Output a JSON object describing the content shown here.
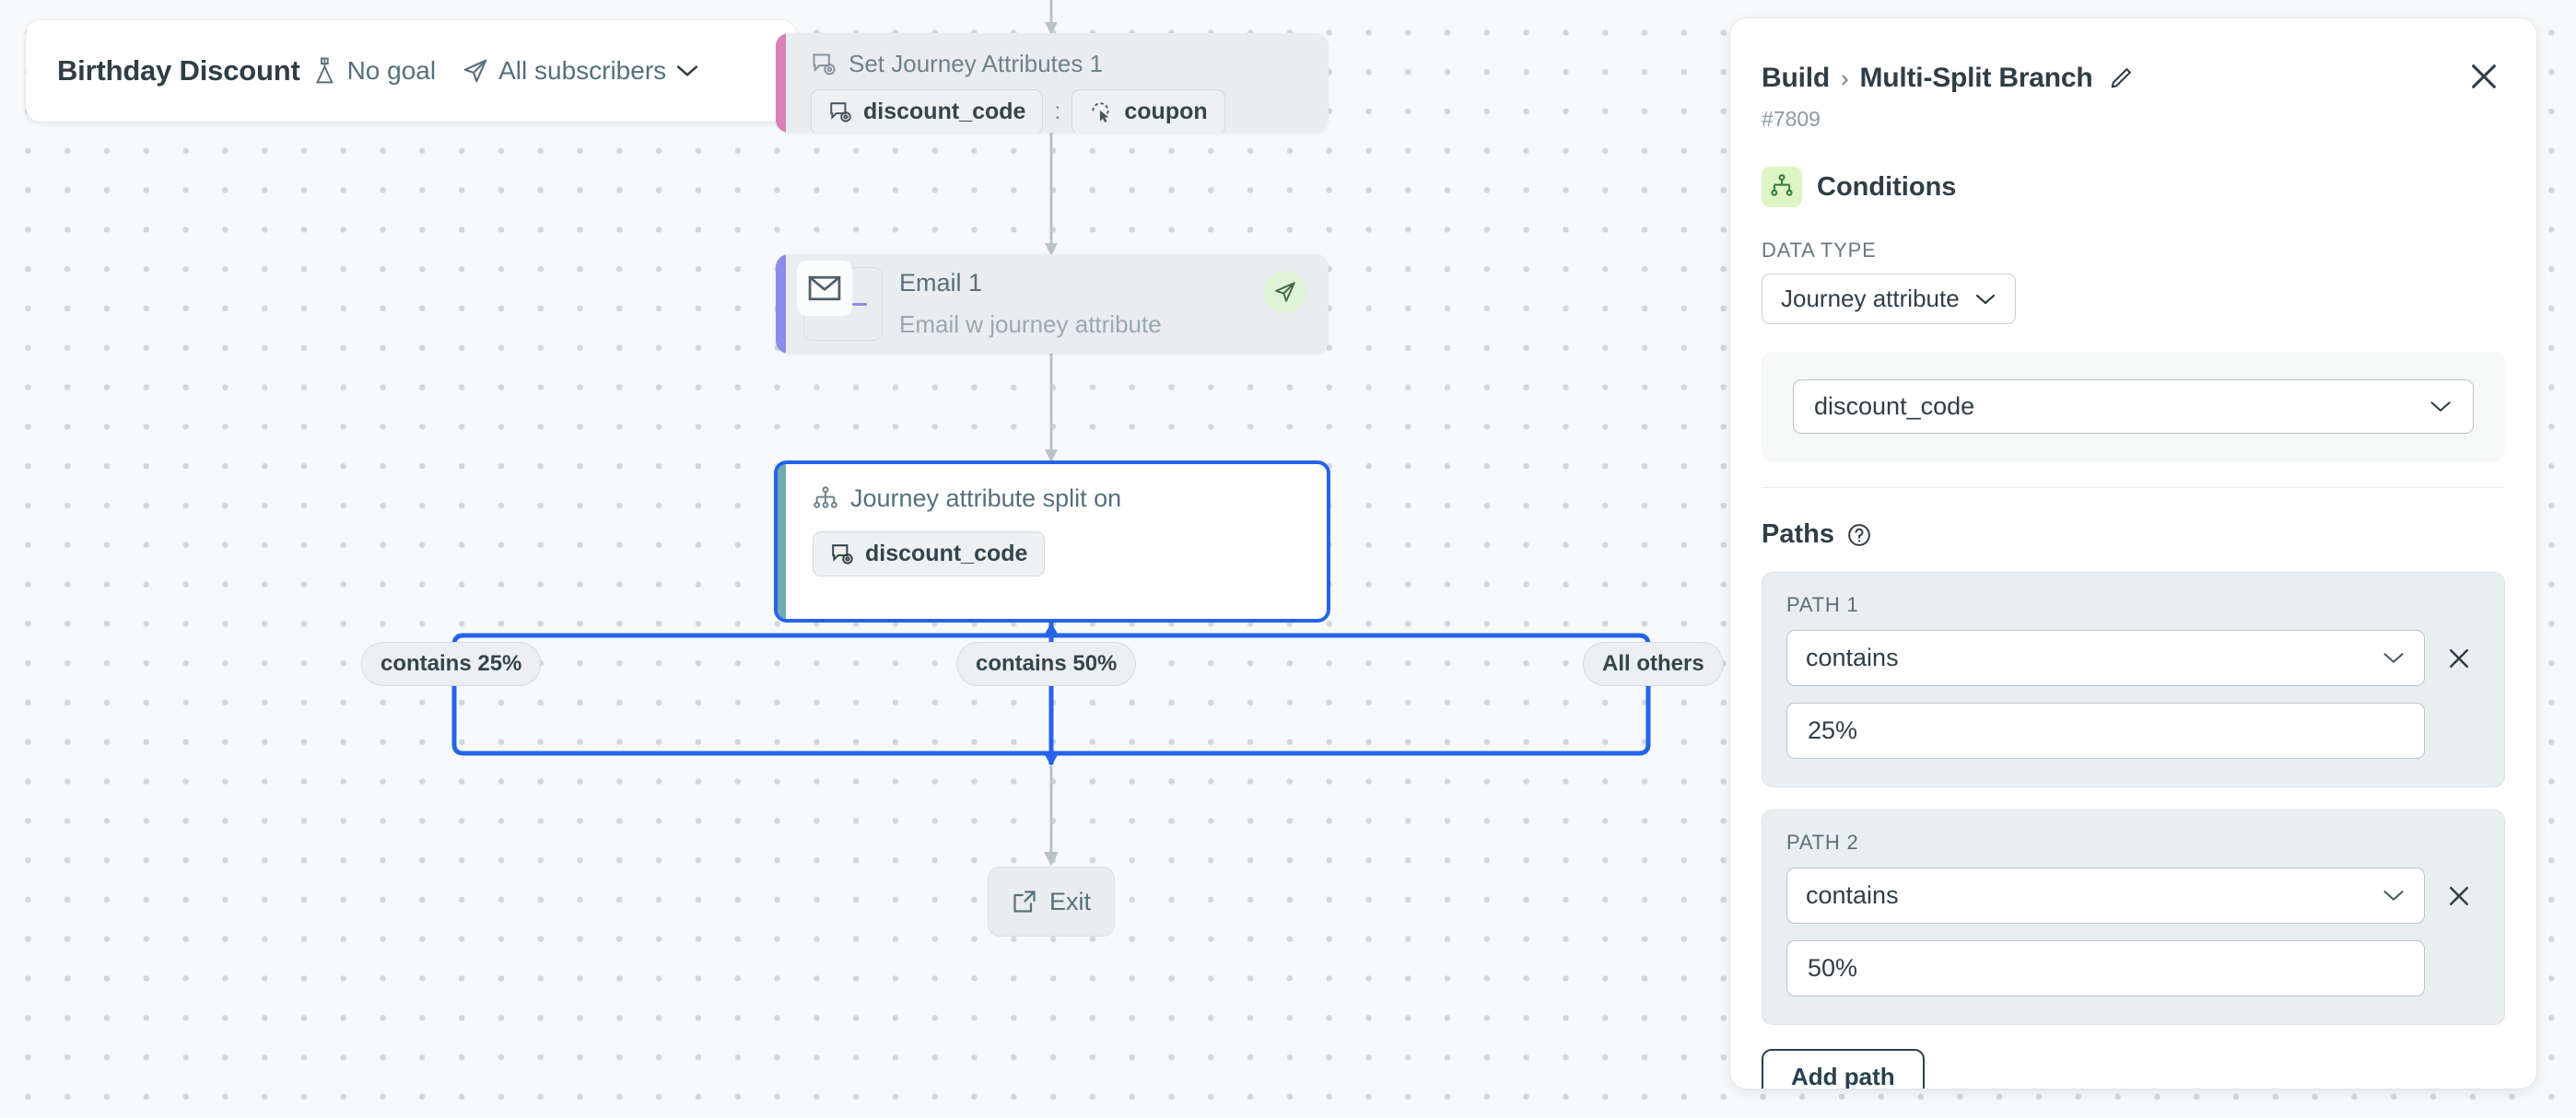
{
  "journey_header": {
    "title": "Birthday Discount",
    "goal_label": "No goal",
    "goal_icon": "flag-icon",
    "audience_label": "All subscribers",
    "audience_icon": "send-icon",
    "chevron_icon": "chevron-down-icon"
  },
  "flow": {
    "nodes": [
      {
        "id": "set-journey-attributes",
        "title": "Set Journey Attributes 1",
        "icon": "journey-attribute-icon",
        "accent_color": "#d980b8",
        "attribute_chip": "discount_code",
        "attribute_chip_icon": "journey-attribute-icon",
        "separator": ":",
        "value_chip": "coupon",
        "value_chip_icon": "event-attribute-icon"
      },
      {
        "id": "email-1",
        "title": "Email 1",
        "subtitle": "Email w journey attribute",
        "icon": "envelope-icon",
        "status_icon": "send-icon",
        "accent_color": "#8b8ce8"
      },
      {
        "id": "multi-split-branch",
        "title": "Journey attribute split on",
        "icon": "split-branch-icon",
        "attribute_chip": "discount_code",
        "attribute_chip_icon": "journey-attribute-icon",
        "accent_color": "#72aab3",
        "selected_outline_color": "#2563eb"
      }
    ],
    "branch_labels": [
      "contains 25%",
      "contains 50%",
      "All others"
    ],
    "exit": {
      "label": "Exit",
      "icon": "exit-icon"
    },
    "connector_color": "#2563eb"
  },
  "panel": {
    "breadcrumb": {
      "root": "Build",
      "separator": "›",
      "current": "Multi-Split Branch"
    },
    "edit_icon": "pencil-icon",
    "close_icon": "close-icon",
    "node_id": "#7809",
    "section": {
      "title": "Conditions",
      "icon": "split-branch-icon",
      "badge_color": "#ddf5c4"
    },
    "data_type": {
      "label": "DATA TYPE",
      "value": "Journey attribute",
      "chevron_icon": "chevron-down-icon"
    },
    "attribute_select": {
      "value": "discount_code",
      "chevron_icon": "chevron-down-icon"
    },
    "paths_section": {
      "title": "Paths",
      "help_icon": "question-circle-icon",
      "items": [
        {
          "label": "PATH 1",
          "operator": "contains",
          "operator_chevron_icon": "chevron-down-icon",
          "value": "25%",
          "remove_icon": "close-icon"
        },
        {
          "label": "PATH 2",
          "operator": "contains",
          "operator_chevron_icon": "chevron-down-icon",
          "value": "50%",
          "remove_icon": "close-icon"
        }
      ],
      "add_button_label": "Add path"
    }
  }
}
